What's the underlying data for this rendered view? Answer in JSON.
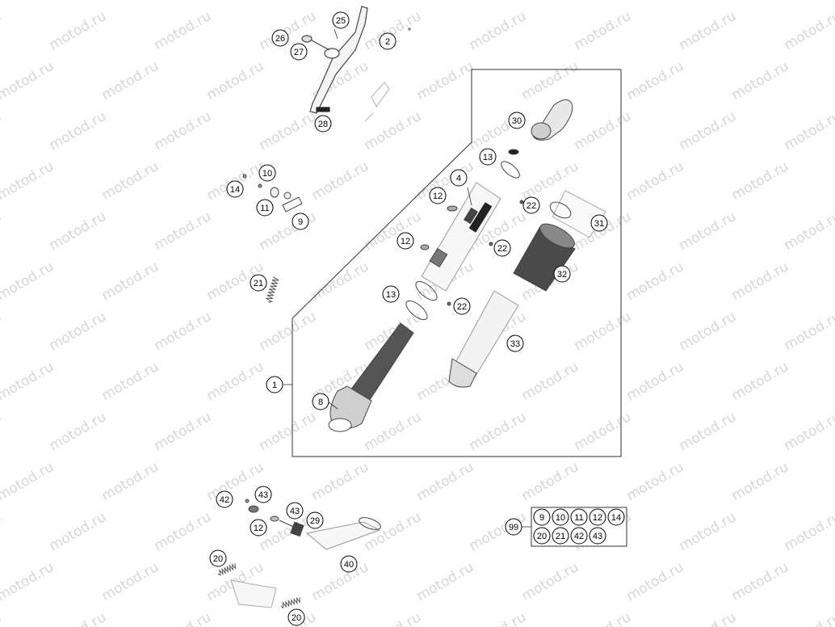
{
  "watermark": "motod.ru",
  "callouts": {
    "c1": "1",
    "c2": "2",
    "c4": "4",
    "c8": "8",
    "c9": "9",
    "c10": "10",
    "c11": "11",
    "c12a": "12",
    "c12b": "12",
    "c12c": "12",
    "c13a": "13",
    "c13b": "13",
    "c14": "14",
    "c20a": "20",
    "c20b": "20",
    "c21": "21",
    "c22a": "22",
    "c22b": "22",
    "c22c": "22",
    "c25": "25",
    "c26": "26",
    "c27": "27",
    "c28": "28",
    "c29": "29",
    "c30": "30",
    "c31": "31",
    "c32": "32",
    "c33": "33",
    "c40": "40",
    "c42": "42",
    "c43a": "43",
    "c43b": "43",
    "c99": "99"
  },
  "kit_99": {
    "items": [
      "9",
      "10",
      "11",
      "12",
      "14",
      "20",
      "21",
      "42",
      "43"
    ]
  }
}
